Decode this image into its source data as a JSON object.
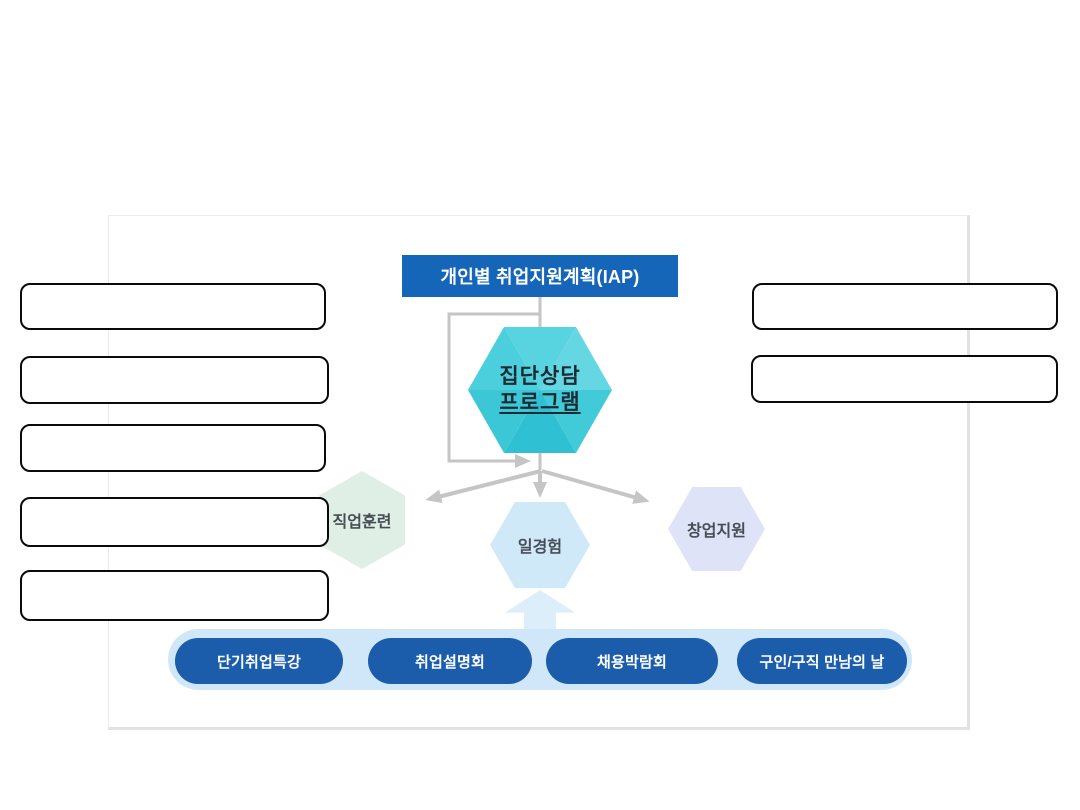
{
  "diagram": {
    "title": "개인별 취업지원계획(IAP)",
    "center_hexagon": {
      "line1": "집단상담",
      "line2": "프로그램"
    },
    "branch_hexagons": [
      {
        "id": "vocational-training",
        "label": "직업훈련"
      },
      {
        "id": "work-experience",
        "label": "일경험"
      },
      {
        "id": "startup-support",
        "label": "창업지원"
      }
    ],
    "tray_buttons": [
      {
        "label": "단기취업특강"
      },
      {
        "label": "취업설명회"
      },
      {
        "label": "채용박람회"
      },
      {
        "label": "구인/구직 만남의 날"
      }
    ],
    "annotation_boxes": {
      "left_count": 5,
      "right_count": 2
    }
  },
  "colors": {
    "title_blue": "#1565b8",
    "button_blue": "#1b5cab",
    "tray_blue": "#cfe7f8",
    "block_arrow_blue": "#ddeefb",
    "hex_teal_base": "#41cad8",
    "hex_green": "#dfefe5",
    "hex_light_blue": "#cfe9f9",
    "hex_lavender": "#dfe3f8",
    "connector_gray": "#c5c5c5",
    "panel_border_gray": "#e2e2e2"
  }
}
